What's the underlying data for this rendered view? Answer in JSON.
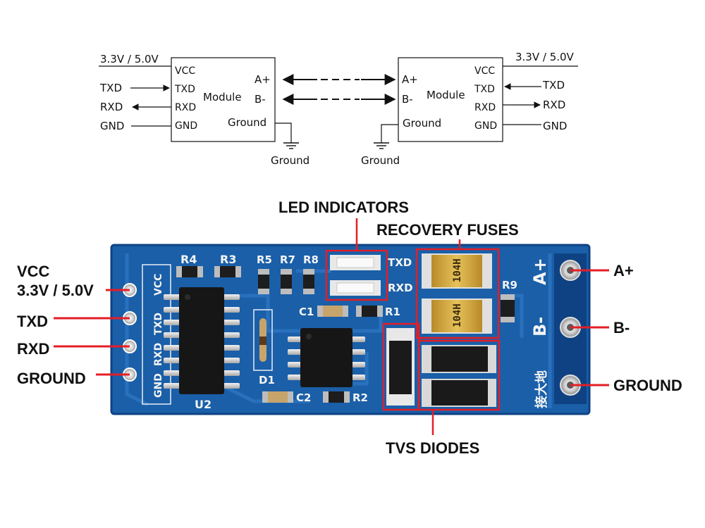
{
  "schematic": {
    "left_module": {
      "supply": "3.3V / 5.0V",
      "pins": [
        "VCC",
        "TXD",
        "RXD",
        "GND"
      ],
      "ext_labels": [
        "TXD",
        "RXD",
        "GND"
      ],
      "name": "Module",
      "bus_pins": [
        "A+",
        "B-"
      ],
      "ground_pin": "Ground"
    },
    "right_module": {
      "supply": "3.3V / 5.0V",
      "pins": [
        "VCC",
        "TXD",
        "RXD",
        "GND"
      ],
      "ext_labels": [
        "TXD",
        "RXD",
        "GND"
      ],
      "name": "Module",
      "bus_pins": [
        "A+",
        "B-"
      ],
      "ground_pin": "Ground"
    },
    "ground_labels": [
      "Ground",
      "Ground"
    ]
  },
  "board": {
    "callouts": {
      "led_indicators": "LED INDICATORS",
      "recovery_fuses": "RECOVERY FUSES",
      "tvs_diodes": "TVS DIODES"
    },
    "left_pins": [
      {
        "label": "VCC"
      },
      {
        "label": "3.3V / 5.0V"
      },
      {
        "label": "TXD"
      },
      {
        "label": "RXD"
      },
      {
        "label": "GROUND"
      }
    ],
    "right_pins": [
      {
        "label": "A+"
      },
      {
        "label": "B-"
      },
      {
        "label": "GROUND"
      }
    ],
    "silkscreen": {
      "header": [
        "VCC",
        "TXD",
        "RXD",
        "GND"
      ],
      "resistors": [
        "R4",
        "R3",
        "R5",
        "R7",
        "R8",
        "R9",
        "R1",
        "R2"
      ],
      "caps": [
        "C1",
        "C2"
      ],
      "diode": "D1",
      "ic": "U2",
      "leds": [
        "TXD",
        "RXD"
      ],
      "terminal": [
        "A+",
        "B-"
      ],
      "chinese": "接大地",
      "fuse_code": "104H"
    },
    "colors": {
      "pcb": "#1a5fa8",
      "pcb_dark": "#0f4283",
      "highlight": "#e41e26",
      "wire": "#e41e26"
    }
  }
}
